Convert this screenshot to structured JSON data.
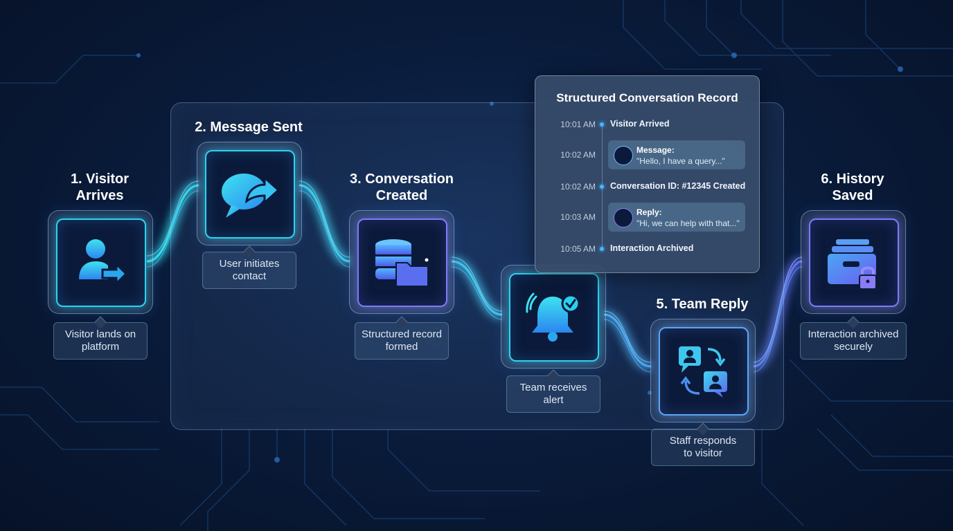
{
  "steps": [
    {
      "title": "1. Visitor\nArrives",
      "caption": "Visitor lands on\nplatform",
      "icon": "user-arrow-icon"
    },
    {
      "title": "2. Message Sent",
      "caption": "User initiates\ncontact",
      "icon": "chat-forward-icon"
    },
    {
      "title": "3. Conversation\nCreated",
      "caption": "Structured record\nformed",
      "icon": "database-folder-icon"
    },
    {
      "title": "",
      "caption": "Team receives\nalert",
      "icon": "bell-check-icon"
    },
    {
      "title": "5. Team Reply",
      "caption": "Staff responds\nto visitor",
      "icon": "chat-exchange-icon"
    },
    {
      "title": "6. History\nSaved",
      "caption": "Interaction archived\nsecurely",
      "icon": "archive-lock-icon"
    }
  ],
  "record": {
    "title": "Structured Conversation Record",
    "entries": [
      {
        "time": "10:01 AM",
        "text": "Visitor Arrived"
      },
      {
        "time": "10:02 AM",
        "label": "Message:",
        "text": "\"Hello, I have a query...\""
      },
      {
        "time": "10:02 AM",
        "text": "Conversation ID: #12345 Created"
      },
      {
        "time": "10:03 AM",
        "label": "Reply:",
        "text": "\"Hi, we can help with that...\""
      },
      {
        "time": "10:05 AM",
        "text": "Interaction Archived"
      }
    ]
  },
  "colors": {
    "cyan": "#2fd3ee",
    "blue": "#5aa6f7",
    "purple": "#7d7cf6",
    "panel_border": "#aac3eb"
  }
}
